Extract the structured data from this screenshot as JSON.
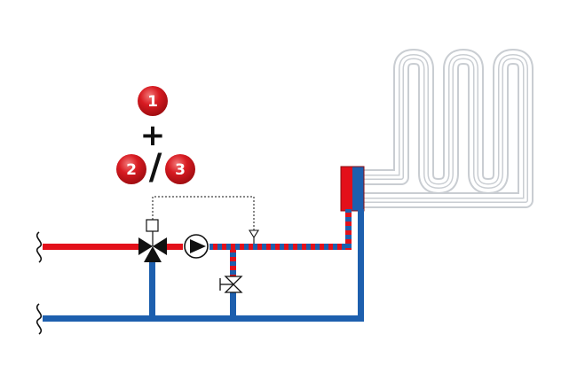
{
  "colors": {
    "supply": "#e3101a",
    "return": "#1d5fae",
    "ink": "#111111",
    "badge": "#cc1518",
    "badge_highlight": "#f06a6a",
    "coil_outline": "#cfd3d8"
  },
  "options": {
    "badge_1": "1",
    "plus": "+",
    "badge_2": "2",
    "slash": "/",
    "badge_3": "3"
  },
  "icons": {
    "mixing_valve": "three-way-mixing-valve-icon",
    "actuator": "valve-actuator-icon",
    "pump": "circulation-pump-icon",
    "sensor": "temperature-sensor-icon",
    "shutoff": "shutoff-valve-icon",
    "pipe_break": "pipe-break-icon",
    "manifold": "manifold-icon",
    "heating_coil": "underfloor-heating-coil-icon"
  }
}
